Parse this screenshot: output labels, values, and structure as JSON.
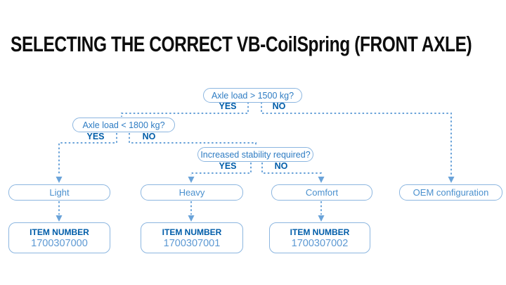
{
  "title": "SELECTING THE CORRECT VB-CoilSpring (FRONT AXLE)",
  "colors": {
    "title-color": "#0d0d0d",
    "dark-blue": "#005da9",
    "mid-blue": "#2e7cc3",
    "result-blue": "#4a90ce",
    "num-blue": "#5d99d3",
    "light-blue": "#6aa3d9",
    "border-blue": "#8cb6e0"
  },
  "flow": {
    "q1": {
      "label": "Axle load > 1500 kg?",
      "yes": "YES",
      "no": "NO"
    },
    "q2": {
      "label": "Axle load < 1800 kg?",
      "yes": "YES",
      "no": "NO"
    },
    "q3": {
      "label": "Increased stability required?",
      "yes": "YES",
      "no": "NO"
    },
    "results": {
      "light": {
        "label": "Light"
      },
      "heavy": {
        "label": "Heavy"
      },
      "comfort": {
        "label": "Comfort"
      },
      "oem": {
        "label": "OEM configuration"
      }
    },
    "items": [
      {
        "label": "ITEM NUMBER",
        "number": "1700307000"
      },
      {
        "label": "ITEM NUMBER",
        "number": "1700307001"
      },
      {
        "label": "ITEM NUMBER",
        "number": "1700307002"
      }
    ]
  }
}
